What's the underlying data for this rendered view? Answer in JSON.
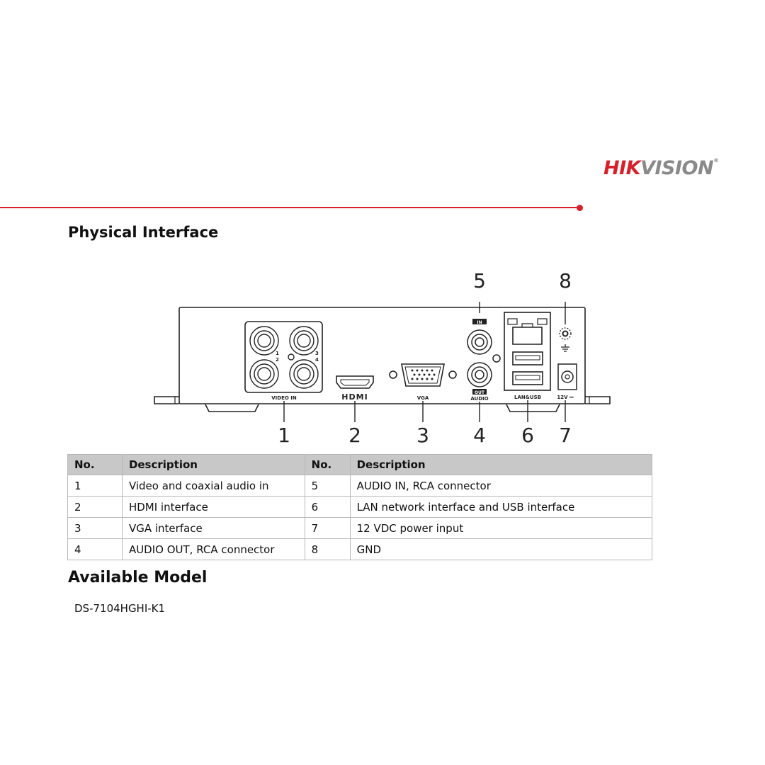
{
  "brand": {
    "logo_hik": "HIK",
    "logo_vision": "VISION",
    "logo_mark": "®",
    "accent_color": "#d6202a"
  },
  "section_physical": {
    "title": "Physical Interface"
  },
  "diagram": {
    "callouts": [
      "1",
      "2",
      "3",
      "4",
      "5",
      "6",
      "7",
      "8"
    ],
    "labels": {
      "video_in": "VIDEO IN",
      "hdmi": "HDMI",
      "vga": "VGA",
      "audio": "AUDIO",
      "audio_in": "IN",
      "audio_out": "OUT",
      "lan_usb": "LAN&USB",
      "power": "12V ⎓",
      "ch1": "1",
      "ch2": "2",
      "ch3": "3",
      "ch4": "4"
    }
  },
  "table": {
    "headers": [
      "No.",
      "Description",
      "No.",
      "Description"
    ],
    "rows": [
      [
        "1",
        "Video and coaxial audio in",
        "5",
        "AUDIO IN, RCA connector"
      ],
      [
        "2",
        "HDMI interface",
        "6",
        "LAN network interface and USB interface"
      ],
      [
        "3",
        "VGA interface",
        "7",
        "12 VDC power input"
      ],
      [
        "4",
        "AUDIO OUT, RCA connector",
        "8",
        "GND"
      ]
    ]
  },
  "section_models": {
    "title": "Available Model",
    "models": [
      "DS-7104HGHI-K1"
    ]
  }
}
